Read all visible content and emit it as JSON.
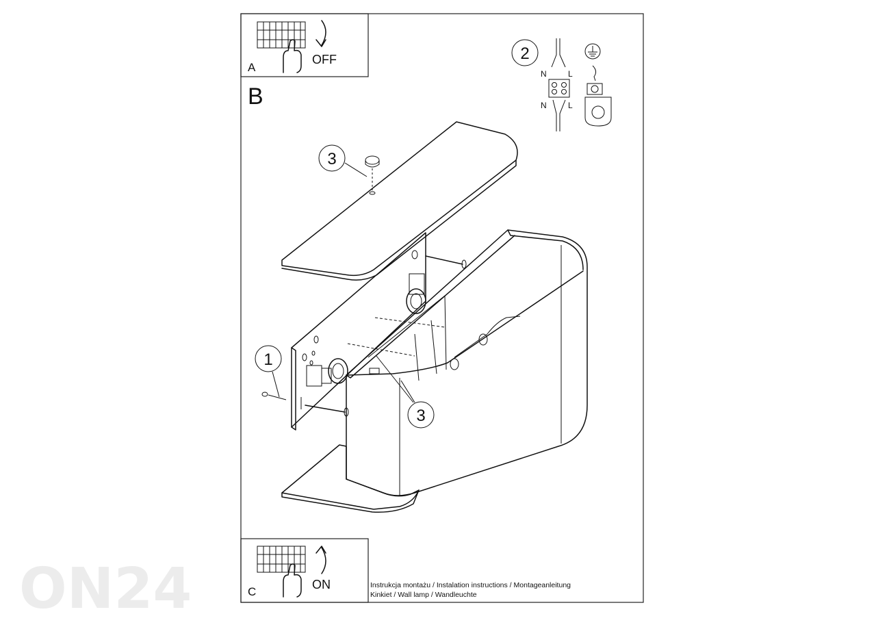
{
  "watermark": {
    "text": "ON24"
  },
  "panel_a": {
    "letter": "A",
    "action": "OFF"
  },
  "panel_b": {
    "letter": "B"
  },
  "panel_c": {
    "letter": "C",
    "action": "ON"
  },
  "wiring": {
    "step": "2",
    "left_top": "N",
    "right_top": "L",
    "left_bottom": "N",
    "right_bottom": "L"
  },
  "callouts": {
    "part_1": "1",
    "part_3_top": "3",
    "part_3_bottom": "3"
  },
  "caption": {
    "line1": "Instrukcja montażu / Instalation instructions / Montageanleitung",
    "line2": "Kinkiet  / Wall lamp / Wandleuchte"
  },
  "icons": [
    "breaker-panel-icon",
    "hand-icon",
    "switch-arrow-icon",
    "ground-symbol-icon",
    "terminal-block-icon",
    "ground-clamp-icon"
  ]
}
